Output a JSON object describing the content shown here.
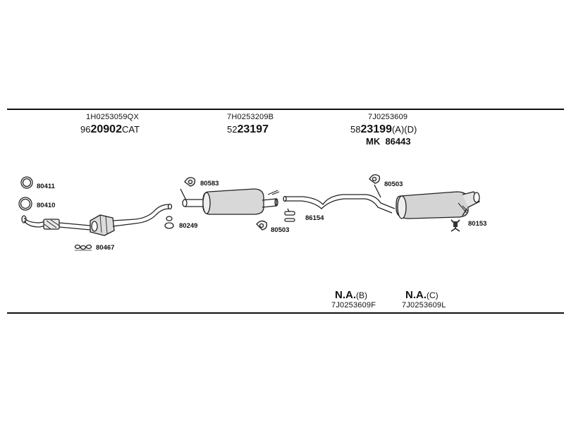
{
  "groups": [
    {
      "oem": "1H0253059QX",
      "prefix": "96",
      "main": "20902",
      "suffix": "CAT"
    },
    {
      "oem": "7H0253209B",
      "prefix": "52",
      "main": "23197",
      "suffix": ""
    },
    {
      "oem": "7J0253609",
      "prefix": "58",
      "main": "23199",
      "suffix": "(A)(D)"
    }
  ],
  "kit": {
    "prefix": "MK",
    "number": "86443"
  },
  "labels": {
    "l80411": "80411",
    "l80410": "80410",
    "l80467": "80467",
    "l80583": "80583",
    "l80249": "80249",
    "l80503a": "80503",
    "l86154": "86154",
    "l80503b": "80503",
    "l80153": "80153"
  },
  "na": [
    {
      "text": "N.A.",
      "variant": "(B)",
      "oem": "7J0253609F"
    },
    {
      "text": "N.A.",
      "variant": "(C)",
      "oem": "7J0253609L"
    }
  ]
}
